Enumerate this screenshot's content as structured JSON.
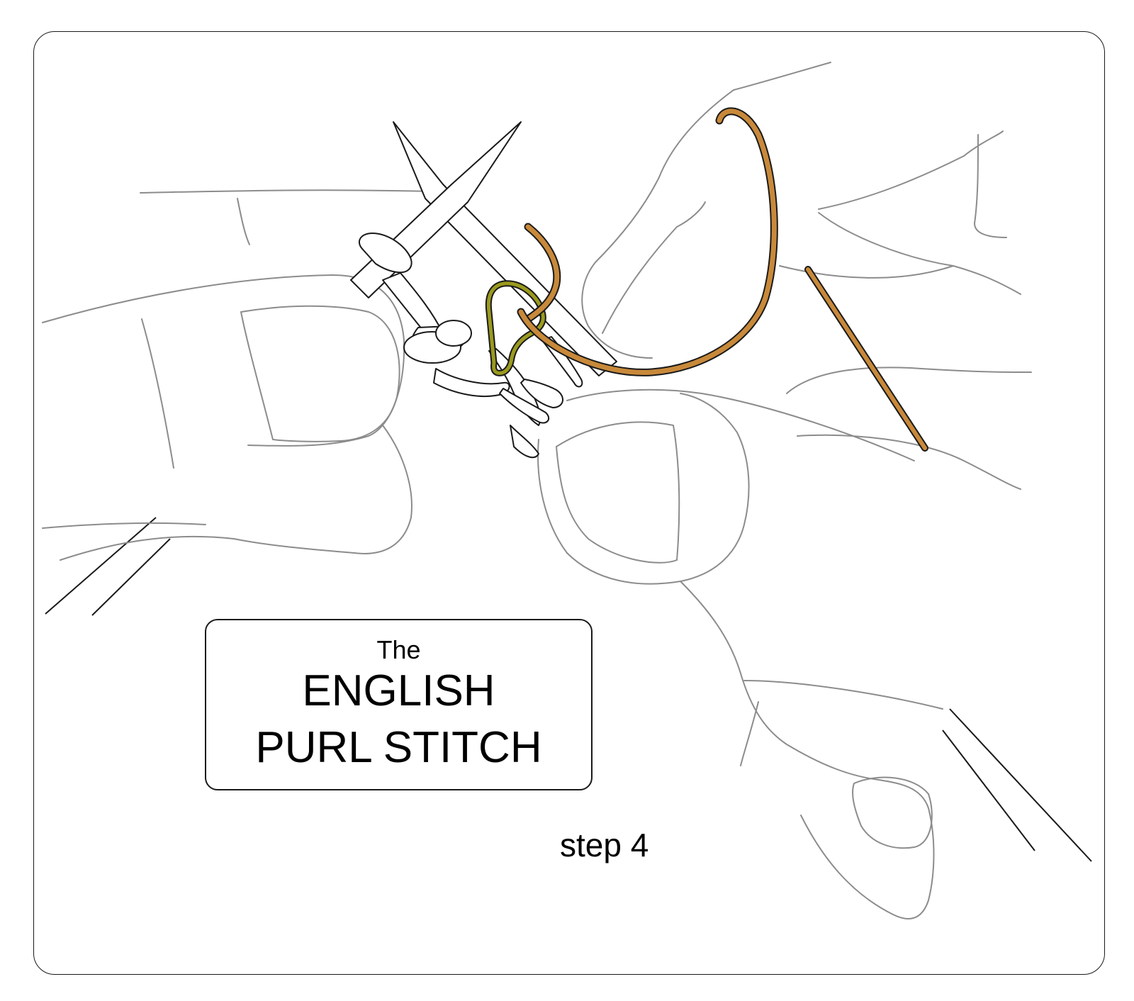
{
  "title": {
    "the": "The",
    "line1": "ENGLISH",
    "line2": "PURL STITCH"
  },
  "step_label": "step 4",
  "colors": {
    "working_yarn": "#c8893a",
    "new_loop": "#9a9a1e",
    "outline": "#1a1a1a",
    "hand_outline": "#8c8c8c"
  }
}
